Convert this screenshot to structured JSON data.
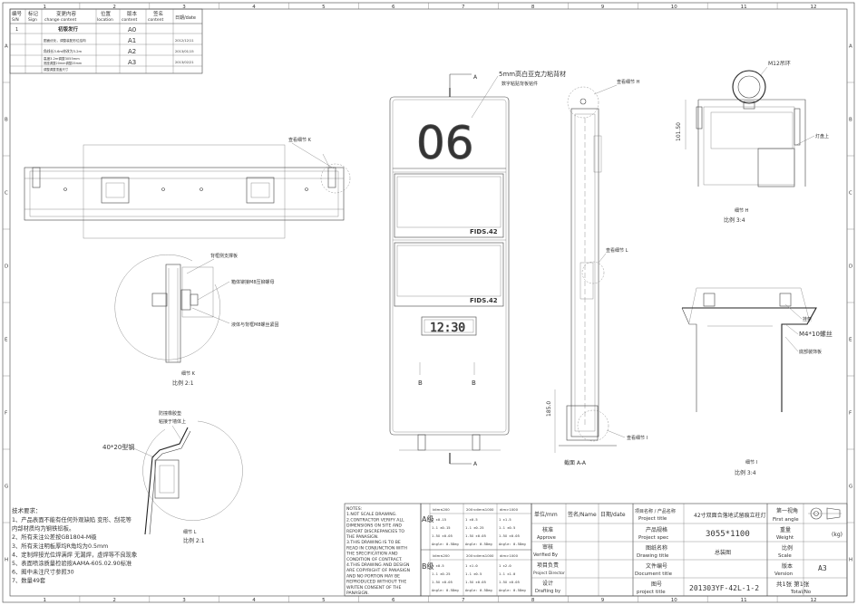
{
  "grid": {
    "columns": [
      "1",
      "2",
      "3",
      "4",
      "5",
      "6",
      "7",
      "8",
      "9",
      "10",
      "11",
      "12"
    ],
    "rows": [
      "A",
      "B",
      "C",
      "D",
      "E",
      "F",
      "G",
      "H"
    ]
  },
  "revision": {
    "headers": [
      {
        "cn": "编号",
        "en": "S/N"
      },
      {
        "cn": "标记",
        "en": "Sign"
      },
      {
        "cn": "变更内容",
        "en": "change content"
      },
      {
        "cn": "位置",
        "en": "location"
      },
      {
        "cn": "版本",
        "en": "content"
      },
      {
        "cn": "签名",
        "en": "content"
      },
      {
        "cn": "",
        "en": "日期/date"
      }
    ],
    "rows": [
      {
        "sn": "1",
        "sign": "",
        "content": "初版发行",
        "loc": "",
        "ver": "A0",
        "sig": "",
        "date": ""
      },
      {
        "sn": "",
        "sign": "",
        "content": "图面优化，调整装配形位结构",
        "loc": "",
        "ver": "A1",
        "sig": "",
        "date": "2012/12/11"
      },
      {
        "sn": "",
        "sign": "",
        "content": "角线长3.6m修改为3.2m",
        "loc": "",
        "ver": "A2",
        "sig": "",
        "date": "2013/01/15"
      },
      {
        "sn": "",
        "sign": "",
        "content": "高度3.2m调整3055mm",
        "loc": "",
        "ver": "A3",
        "sig": "",
        "date": "2013/02/21"
      },
      {
        "sn": "",
        "sign": "",
        "content": "底座调整20mm调整25mm",
        "loc": "",
        "ver": "",
        "sig": "",
        "date": ""
      },
      {
        "sn": "",
        "sign": "",
        "content": "调整调整顶盖尺寸",
        "loc": "",
        "ver": "",
        "sig": "",
        "date": ""
      }
    ]
  },
  "drawing": {
    "display_number": "06",
    "screen_brand_1": "FIDS.42",
    "screen_brand_2": "FIDS.42",
    "clock": "12:30",
    "note_magnet": "5mm高白亚克力粘背材",
    "note_magnet_2": "数字粘贴背板铭件",
    "section_a_top": "A",
    "section_a_bottom": "A",
    "section_b_left": "B",
    "section_b_right": "B",
    "detail_h_callout": "查看细节 H",
    "detail_k_callout": "查看细节 K",
    "detail_l_callout": "查看细节 L",
    "detail_i_callout": "查看细节 I",
    "section_label": "截面 A-A",
    "dim_height": "185.0",
    "dim_top": "101.50",
    "m12": "M12吊环",
    "lamp": "灯盘上",
    "detail_h_title": "细节 H",
    "detail_h_scale": "比例 3:4",
    "detail_i_title": "细节 I",
    "detail_i_scale": "比例 3:4",
    "detail_k_title": "细节 K",
    "detail_k_scale": "比例 2:1",
    "detail_l_title": "细节 L",
    "detail_l_scale": "比例 2:1",
    "k_top_note": "背框侧支撑板",
    "k_note_1": "箱体铆接M8压铆螺母",
    "k_note_2": "液体与背框M8螺丝紧固",
    "l_note_1": "防撞橡胶垫",
    "l_note_2": "粘接于墙体上",
    "l_dim": "40*20型钢",
    "i_note_1": "挂架",
    "i_note_2": "M4*10螺丝",
    "i_note_3": "底部装饰板"
  },
  "tech": {
    "title": "技术要求：",
    "lines": [
      "1、产品表面不能有任何外观缺陷 变形、刮花等",
      "内部材质均为钢铁铝板。",
      "2、所有未注公差按GB1804-M级",
      "3、所有未注明板厚均R角均为0.5mm",
      "4、定制焊接光位焊满焊  无漏焊，虚焊等不良现象",
      "5、表面喷涂质量检验按AAMA-605.02.90标准",
      "6、图中未注尺寸参照30",
      "7、数量49套"
    ]
  },
  "notes": {
    "lines": [
      "NOTES:",
      "1.NOT SCALE DRAWING.",
      "2.CONTRACTOR VERIFY ALL",
      "DIMENSIONS ON SITE AND",
      "REPORT DISCREPANCIES TO",
      "THE PANASIGN.",
      "3.THIS DRAWING IS TO BE",
      "READ IN CONJUNCTION WITH",
      "THE SPECIFICATION AND",
      "CONDITION OF CONTRACT.",
      "4.THIS DRAWING AND DESIGN",
      "ARE COPYRIGHT OF PANASIGN",
      "AND NO PORTION MAY BE",
      "REPRODUCED WITHOUT THE",
      "WRITEN CONSENT OF THE",
      "PANASIGN."
    ]
  },
  "tolerance": {
    "grade_a": "A级",
    "grade_b": "B级",
    "head": [
      "Idim≤200",
      "200<dim≤1000",
      "dim>1000"
    ],
    "a_rows": [
      [
        "1    ±0.15",
        "1    ±0.5",
        "1    ±1.5"
      ],
      [
        "1.1  ±0.15",
        "1.1  ±0.25",
        "1.1  ±0.5"
      ],
      [
        "1.5X ±0.05",
        "1.5X ±0.05",
        "1.5X ±0.05"
      ],
      [
        "Angle: 0.5Deg",
        "Angle: 0.5Deg",
        "Angle: 0.5Deg"
      ]
    ],
    "head_b": [
      "Idim≤200",
      "200<dim≤1000",
      "dim>1000"
    ],
    "b_rows": [
      [
        "1    ±0.5",
        "1    ±1.0",
        "1    ±2.0"
      ],
      [
        "1.1  ±0.25",
        "1.1  ±0.5",
        "1.1  ±1.0"
      ],
      [
        "1.5X ±0.05",
        "1.5X ±0.05",
        "1.5X ±0.05"
      ],
      [
        "Angle: 0.5Deg",
        "Angle: 0.5Deg",
        "Angle: 0.5Deg"
      ]
    ]
  },
  "title_block": {
    "unit_label": "单位/mm",
    "sign_label": "签名/Name",
    "date_label": "日期/date",
    "approve_cn": "核准",
    "approve_en": "Approve",
    "verified_cn": "审核",
    "verified_en": "Verified By",
    "director_cn": "项目负责",
    "director_en": "Project Director",
    "drafting_cn": "设计",
    "drafting_en": "Drafting by",
    "project_title_cn": "项目名称 / 产品名称",
    "project_title_en": "Project title",
    "project_title_val": "42寸双面合落地式留痕立柱灯",
    "spec_cn": "产品规格",
    "spec_en": "Project spec",
    "spec_val": "3055*1100",
    "drawing_title_cn": "图纸名称",
    "drawing_title_en": "Drawing title",
    "drawing_title_val": "总装图",
    "doc_title_cn": "文件编号",
    "doc_title_en": "Document title",
    "doc_title_val": "",
    "project_no_cn": "图号",
    "project_no_en": "project title",
    "project_no_val": "201303YF-42L-1-2",
    "angle_cn": "第一视角",
    "angle_en": "First angle",
    "weight_cn": "重量",
    "weight_en": "Weight",
    "weight_unit": "(kg)",
    "scale_cn": "比例",
    "scale_en": "Scale",
    "version_cn": "版本",
    "version_en": "Version",
    "version_val": "A3",
    "total_cn": "共1张 第1张",
    "total_en": "Total/No"
  }
}
